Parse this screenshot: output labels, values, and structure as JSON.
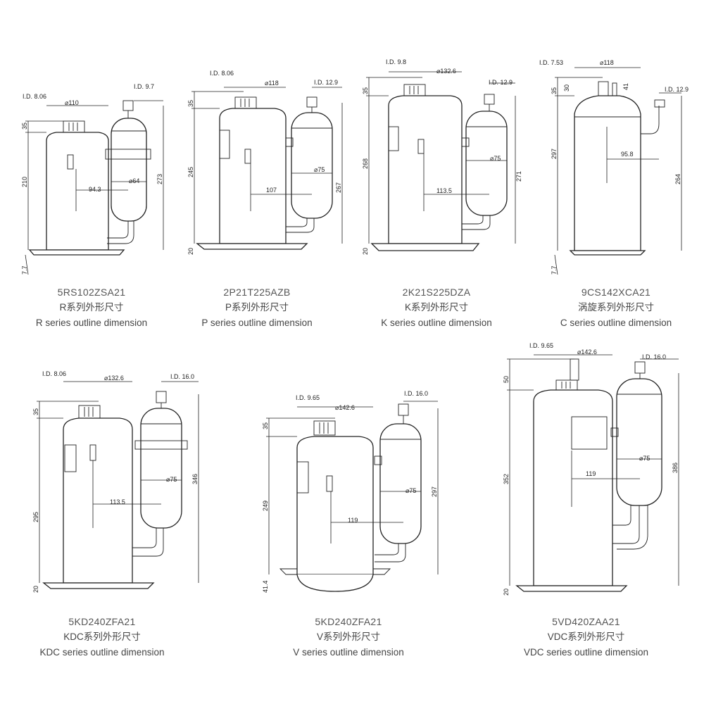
{
  "panels": [
    {
      "model": "5RS102ZSA21",
      "name_cn": "R系列外形尺寸",
      "name_en": "R series outline dimension",
      "labels": {
        "id_inlet": "I.D. 8.06",
        "id_outlet": "I.D. 9.7",
        "dia_shell": "⌀110",
        "dia_acc": "⌀64",
        "offset": "94.3",
        "h_top": "35",
        "h_body": "210",
        "h_total": "273",
        "h_base": "7.7"
      }
    },
    {
      "model": "2P21T225AZB",
      "name_cn": "P系列外形尺寸",
      "name_en": "P series outline dimension",
      "labels": {
        "id_inlet": "I.D. 8.06",
        "id_outlet": "I.D. 12.9",
        "dia_shell": "⌀118",
        "dia_acc": "⌀75",
        "offset": "107",
        "h_top": "35",
        "h_body": "245",
        "h_total": "267",
        "h_base": "20"
      }
    },
    {
      "model": "2K21S225DZA",
      "name_cn": "K系列外形尺寸",
      "name_en": "K series outline dimension",
      "labels": {
        "id_inlet": "I.D. 9.8",
        "id_outlet": "I.D. 12.9",
        "dia_shell": "⌀132.6",
        "dia_acc": "⌀75",
        "offset": "113.5",
        "h_top": "35",
        "h_body": "268",
        "h_total": "271",
        "h_base": "20"
      }
    },
    {
      "model": "9CS142XCA21",
      "name_cn": "涡旋系列外形尺寸",
      "name_en": "C series outline dimension",
      "labels": {
        "id_inlet": "I.D. 7.53",
        "id_outlet": "I.D. 12.9",
        "dia_shell": "⌀118",
        "offset": "95.8",
        "h_top": "35",
        "h_top2": "30",
        "h_top3": "41",
        "h_body": "297",
        "h_total": "264",
        "h_base": "7.7"
      }
    },
    {
      "model": "5KD240ZFA21",
      "name_cn": "KDC系列外形尺寸",
      "name_en": "KDC series outline dimension",
      "labels": {
        "id_inlet": "I.D. 8.06",
        "id_outlet": "I.D. 16.0",
        "dia_shell": "⌀132.6",
        "dia_acc": "⌀75",
        "offset": "113.5",
        "h_top": "35",
        "h_body": "295",
        "h_total": "346",
        "h_base": "20"
      }
    },
    {
      "model": "5KD240ZFA21",
      "name_cn": "V系列外形尺寸",
      "name_en": "V series outline dimension",
      "labels": {
        "id_inlet": "I.D. 9.65",
        "id_outlet": "I.D. 16.0",
        "dia_shell": "⌀142.6",
        "dia_acc": "⌀75",
        "offset": "119",
        "h_top": "35",
        "h_body": "249",
        "h_total": "297",
        "h_base": "41.4"
      }
    },
    {
      "model": "5VD420ZAA21",
      "name_cn": "VDC系列外形尺寸",
      "name_en": "VDC series outline dimension",
      "labels": {
        "id_inlet": "I.D. 9.65",
        "id_outlet": "I.D. 16.0",
        "dia_shell": "⌀142.6",
        "dia_acc": "⌀75",
        "offset": "119",
        "h_top": "50",
        "h_body": "352",
        "h_total": "386",
        "h_base": "20"
      }
    }
  ]
}
